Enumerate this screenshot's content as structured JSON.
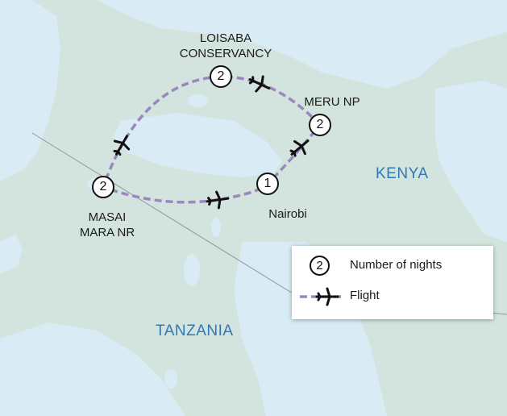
{
  "colors": {
    "land": "#d3e4de",
    "water": "#d9ecf5",
    "route": "#9a87be",
    "border": "#8a9a9a",
    "country_label": "#2e78b6"
  },
  "places": {
    "loisaba": "LOISABA\nCONSERVANCY",
    "meru": "MERU NP",
    "nairobi": "Nairobi",
    "masai_mara": "MASAI\nMARA NR"
  },
  "countries": {
    "kenya": "KENYA",
    "tanzania": "TANZANIA"
  },
  "stops": {
    "loisaba": "2",
    "meru": "2",
    "nairobi": "1",
    "masai_mara": "2"
  },
  "legend": {
    "nights_number": "2",
    "nights_label": "Number of nights",
    "flight_label": "Flight",
    "flight_icon": "airplane-icon"
  }
}
